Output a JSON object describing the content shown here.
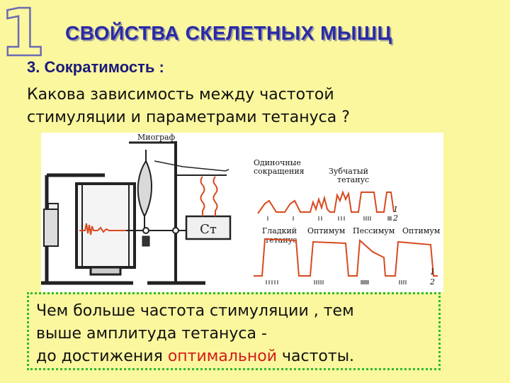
{
  "slide_number": "1",
  "title": "СВОЙСТВА СКЕЛЕТНЫХ МЫШЦ",
  "subtitle": "3. Сократимость :",
  "question": "Какова зависимость между частотой стимуляции и параметрами тетануса ?",
  "figure": {
    "label_myograph": "Миограф",
    "label_ct": "Ст",
    "label_single": "Одиночные сокращения",
    "label_serrated": "Зубчатый тетанус",
    "label_smooth": "Гладкий тетанус",
    "label_optimum_1": "Оптимум",
    "label_pessimum": "Пессимум",
    "label_optimum_2": "Оптимум",
    "trace_1": "1",
    "trace_2": "2"
  },
  "conclusion": {
    "line1": "Чем больше частота стимуляции , тем",
    "line2": "выше амплитуда тетануса -",
    "line3_prefix": "до достижения ",
    "line3_accent": "оптимальной",
    "line3_suffix": " частоты."
  },
  "colors": {
    "background": "#fbf79e",
    "title": "#2a2aa8",
    "border": "#2dbb2d",
    "accent": "#d41b1b"
  }
}
